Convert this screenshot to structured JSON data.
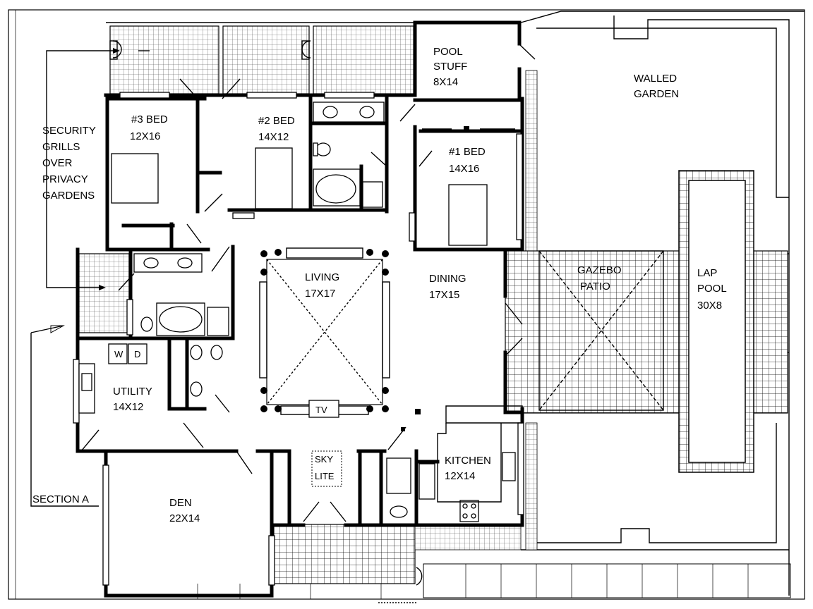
{
  "rooms": {
    "bed3_name": "#3 BED",
    "bed3_size": "12X16",
    "bed2_name": "#2 BED",
    "bed2_size": "14X12",
    "bed1_name": "#1 BED",
    "bed1_size": "14X16",
    "pool_stuff_line1": "POOL",
    "pool_stuff_line2": "STUFF",
    "pool_stuff_size": "8X14",
    "walled_garden_line1": "WALLED",
    "walled_garden_line2": "GARDEN",
    "living_name": "LIVING",
    "living_size": "17X17",
    "dining_name": "DINING",
    "dining_size": "17X15",
    "gazebo_line1": "GAZEBO",
    "gazebo_line2": "PATIO",
    "lap_pool_line1": "LAP",
    "lap_pool_line2": "POOL",
    "lap_pool_size": "30X8",
    "utility_name": "UTILITY",
    "utility_size": "14X12",
    "kitchen_name": "KITCHEN",
    "kitchen_size": "12X14",
    "den_name": "DEN",
    "den_size": "22X14",
    "skylite_line1": "SKY",
    "skylite_line2": "LITE"
  },
  "annotations": {
    "security_lines": [
      "SECURITY",
      "GRILLS",
      "OVER",
      "PRIVACY",
      "GARDENS"
    ],
    "section_a": "SECTION A",
    "tv": "TV",
    "washer": "W",
    "dryer": "D"
  }
}
